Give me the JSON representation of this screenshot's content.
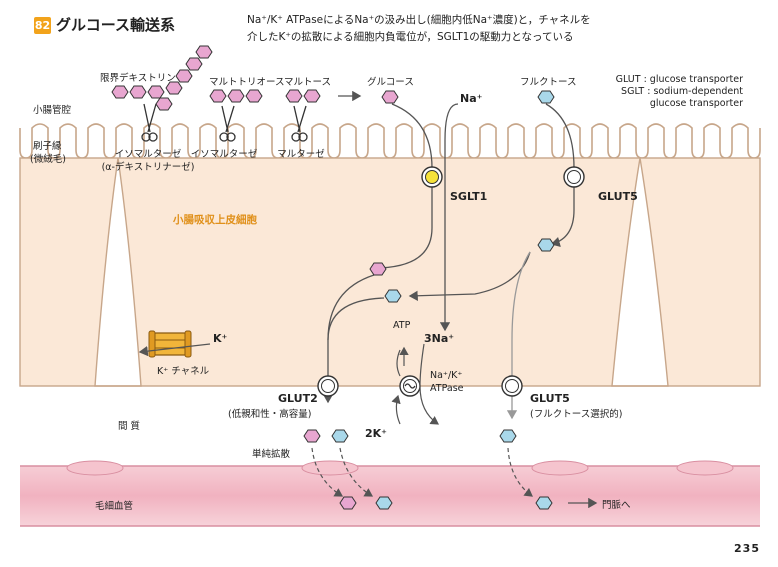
{
  "header": {
    "badge": "82",
    "title": "グルコース輸送系",
    "desc_line1": "Na⁺/K⁺ ATPaseによるNa⁺の汲み出し(細胞内低Na⁺濃度)と，チャネルを",
    "desc_line2": "介したK⁺の拡散による細胞内負電位が，SGLT1の駆動力となっている"
  },
  "legend": {
    "line1": "GLUT : glucose transporter",
    "line2": "SGLT : sodium-dependent",
    "line3": "glucose transporter"
  },
  "regions": {
    "lumen": "小腸管腔",
    "brush_border_1": "刷子縁",
    "brush_border_2": "(微絨毛)",
    "cell": "小腸吸収上皮細胞",
    "interstitium": "間 質",
    "capillary": "毛細血管"
  },
  "substrates": {
    "limit_dextrin": "限界デキストリン",
    "maltotriose": "マルトトリオース",
    "maltose": "マルトース",
    "glucose": "グルコース",
    "fructose": "フルクトース"
  },
  "enzymes": {
    "isomaltase_1": "イソマルターゼ",
    "isomaltase_1_sub": "(α-デキストリナーゼ)",
    "isomaltase_2": "イソマルターゼ",
    "maltase": "マルターゼ"
  },
  "transporters": {
    "sglt1": "SGLT1",
    "glut5_top": "GLUT5",
    "glut2": "GLUT2",
    "glut2_sub": "(低親和性・高容量)",
    "glut5_bottom": "GLUT5",
    "glut5_bottom_sub": "(フルクトース選択的)",
    "pump_1": "Na⁺/K⁺",
    "pump_2": "ATPase",
    "k_channel": "K⁺ チャネル"
  },
  "ions": {
    "na_top": "Na⁺",
    "three_na": "3Na⁺",
    "two_k": "2K⁺",
    "k_plus": "K⁺",
    "atp": "ATP"
  },
  "misc": {
    "simple_diffusion": "単純拡散",
    "portal_vein": "門脈へ",
    "page_number": "235"
  },
  "colors": {
    "glucose": "#e8a6d0",
    "fructose": "#a9d8ea",
    "cell_fill": "#fbe8d7",
    "capillary": "#f2b7c3",
    "sglt1": "#f6e23a",
    "k_channel": "#f1b53a",
    "accent": "#f2a31b"
  }
}
